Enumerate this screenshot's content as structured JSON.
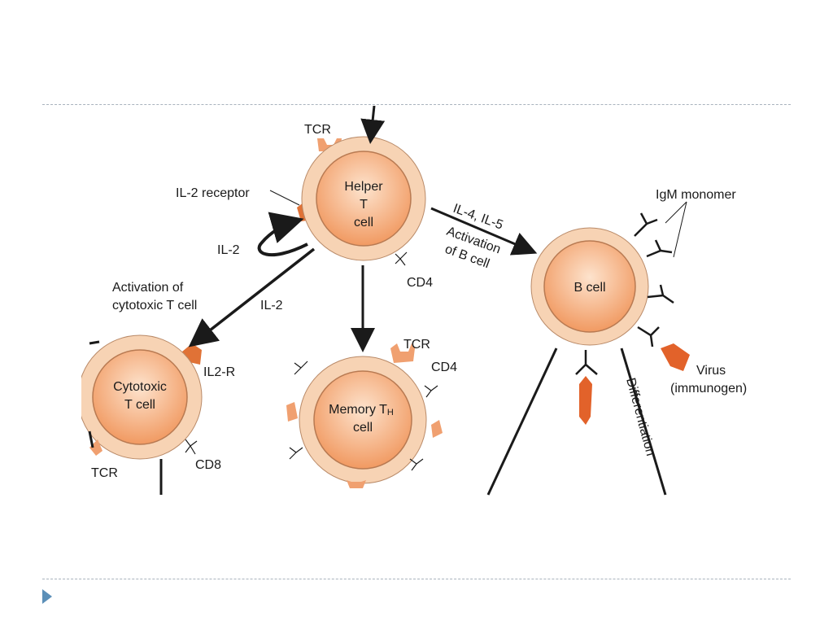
{
  "cells": {
    "helper": {
      "line1": "Helper",
      "line2": "T",
      "line3": "cell"
    },
    "b": {
      "label": "B cell"
    },
    "cytotoxic": {
      "line1": "Cytotoxic",
      "line2": "T cell"
    },
    "memory": {
      "line1": "Memory T",
      "sub": "H",
      "line2": "cell"
    }
  },
  "labels": {
    "tcr_helper": "TCR",
    "il2_receptor": "IL-2 receptor",
    "il2_loop": "IL-2",
    "cd4_helper": "CD4",
    "activation_cytotoxic_1": "Activation of",
    "activation_cytotoxic_2": "cytotoxic T cell",
    "il2_arrow": "IL-2",
    "il4_il5": "IL-4, IL-5",
    "activation_b_1": "Activation",
    "activation_b_2": "of B cell",
    "igm_monomer": "IgM monomer",
    "virus_1": "Virus",
    "virus_2": "(immunogen)",
    "differentiation": "Differentiation",
    "il2r": "IL2-R",
    "tcr_cytotoxic": "TCR",
    "cd8": "CD8",
    "tcr_memory": "TCR",
    "cd4_memory": "CD4"
  },
  "colors": {
    "cell_outer": "#f7d3b4",
    "cell_inner": "#f2a978",
    "receptor": "#e07236",
    "virus": "#e2622a",
    "line": "#1a1a1a"
  }
}
